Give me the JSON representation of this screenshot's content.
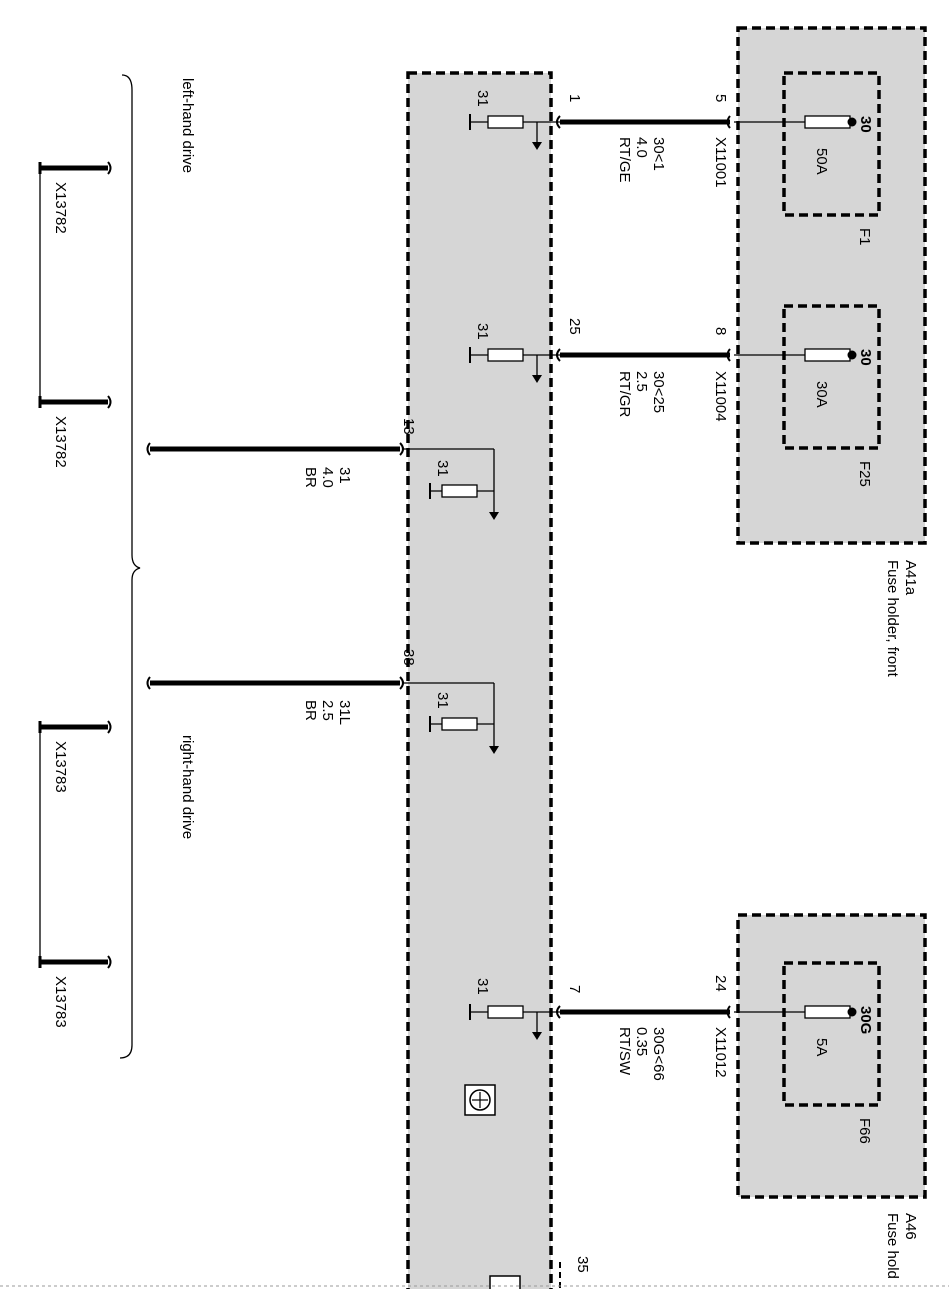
{
  "title": "",
  "modules": {
    "a41a": {
      "id": "A41a",
      "desc": "Fuse holder, front"
    },
    "a46": {
      "id": "A46",
      "desc": "Fuse hold"
    }
  },
  "fuses": [
    {
      "name": "F1",
      "terminal": "30",
      "rating": "50A",
      "connector": "X11001",
      "pin": "5"
    },
    {
      "name": "F25",
      "terminal": "30",
      "rating": "30A",
      "connector": "X11004",
      "pin": "8"
    },
    {
      "name": "F66",
      "terminal": "30G",
      "rating": "5A",
      "connector": "X11012",
      "pin": "24"
    }
  ],
  "wires": [
    {
      "pin": "1",
      "signal": "30<1",
      "gauge": "4.0",
      "color": "RT/GE"
    },
    {
      "pin": "25",
      "signal": "30<25",
      "gauge": "2.5",
      "color": "RT/GR"
    },
    {
      "pin": "7",
      "signal": "30G<66",
      "gauge": "0.35",
      "color": "RT/SW"
    },
    {
      "pin": "13",
      "signal": "31",
      "gauge": "4.0",
      "color": "BR"
    },
    {
      "pin": "38",
      "signal": "31L",
      "gauge": "2.5",
      "color": "BR"
    }
  ],
  "ground_label": "31",
  "bottom_pin": "35",
  "ground_points": [
    {
      "connector": "X13782"
    },
    {
      "connector": "X13782"
    },
    {
      "connector": "X13783"
    },
    {
      "connector": "X13783"
    }
  ],
  "variants": {
    "left": "left-hand drive",
    "right": "right-hand drive"
  }
}
